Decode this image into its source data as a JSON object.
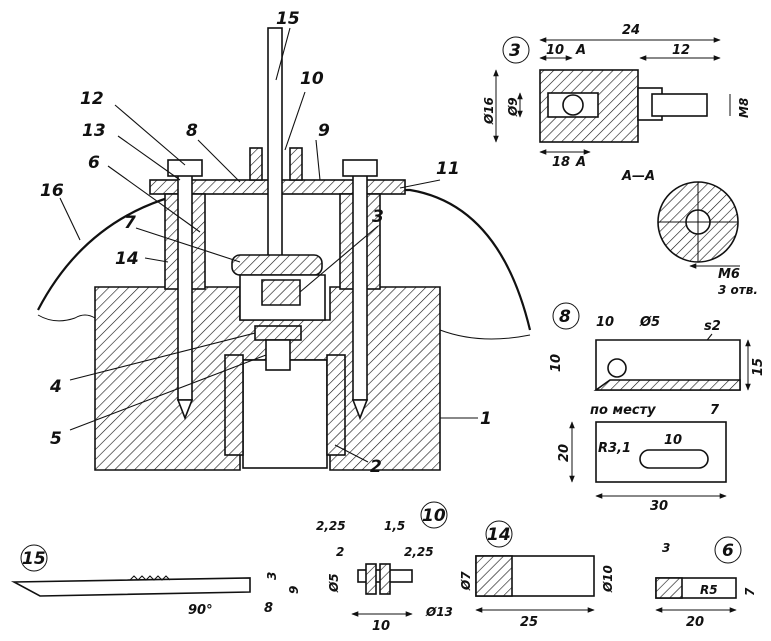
{
  "callouts": {
    "n1": "1",
    "n2": "2",
    "n3": "3",
    "n4": "4",
    "n5": "5",
    "n6": "6",
    "n7": "7",
    "n8": "8",
    "n9": "9",
    "n10": "10",
    "n11": "11",
    "n12": "12",
    "n13": "13",
    "n14": "14",
    "n15": "15",
    "n16": "16"
  },
  "detail3": {
    "id": "3",
    "d24": "24",
    "d10": "10",
    "d12": "12",
    "secA1": "A",
    "secA2": "A",
    "d16": "Ø16",
    "d9": "Ø9",
    "d18": "18",
    "m8": "M8",
    "section_title": "A—A",
    "m6": "M6",
    "holes": "3 отв."
  },
  "detail8": {
    "id": "8",
    "d10a": "10",
    "d5": "Ø5",
    "s2": "s2",
    "d10b": "10",
    "d15": "15",
    "note": "по месту",
    "d7": "7",
    "d20": "20",
    "r31": "R3,1",
    "d10c": "10",
    "d30": "30"
  },
  "detail10": {
    "id": "10",
    "d225a": "2,25",
    "d15": "1,5",
    "d2": "2",
    "d225b": "2,25",
    "d5": "Ø5",
    "d10": "10",
    "d13": "Ø13"
  },
  "detail14": {
    "id": "14",
    "d7": "Ø7",
    "d10": "Ø10",
    "d25": "25"
  },
  "detail15": {
    "id": "15",
    "d3": "3",
    "d9": "9",
    "d8": "8",
    "ang": "90°"
  },
  "detail6": {
    "id": "6",
    "d3": "3",
    "d7": "7",
    "r5": "R5",
    "d20": "20"
  }
}
